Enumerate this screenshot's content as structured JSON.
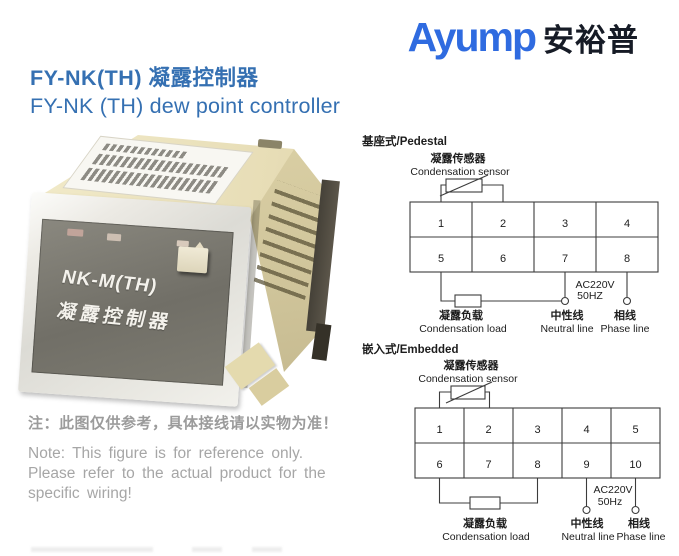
{
  "logo": {
    "name": "Ayump",
    "cjk": "安裕普"
  },
  "title": {
    "zh": "FY-NK(TH) 凝露控制器",
    "en": "FY-NK (TH) dew point controller"
  },
  "device": {
    "model": "NK-M(TH)",
    "face_label": "凝露控制器"
  },
  "note": {
    "zh": "注：此图仅供参考，具体接线请以实物为准！",
    "en1": "Note: This figure is for reference only.",
    "en2": "Please refer to the actual product for the",
    "en3": "specific wiring!"
  },
  "diagrams": [
    {
      "heading": "基座式/Pedestal",
      "sensor_zh": "凝露传感器",
      "sensor_en": "Condensation sensor",
      "row1": [
        "1",
        "2",
        "3",
        "4"
      ],
      "row2": [
        "5",
        "6",
        "7",
        "8"
      ],
      "power1": "AC220V",
      "power2": "50HZ",
      "load_zh": "凝露负载",
      "load_en": "Condensation load",
      "neutral_zh": "中性线",
      "neutral_en": "Neutral line",
      "phase_zh": "相线",
      "phase_en": "Phase line"
    },
    {
      "heading": "嵌入式/Embedded",
      "sensor_zh": "凝露传感器",
      "sensor_en": "Condensation sensor",
      "row1": [
        "1",
        "2",
        "3",
        "4",
        "5"
      ],
      "row2": [
        "6",
        "7",
        "8",
        "9",
        "10"
      ],
      "power1": "AC220V",
      "power2": "50Hz",
      "load_zh": "凝露负载",
      "load_en": "Condensation load",
      "neutral_zh": "中性线",
      "neutral_en": "Neutral line",
      "phase_zh": "相线",
      "phase_en": "Phase line"
    }
  ]
}
